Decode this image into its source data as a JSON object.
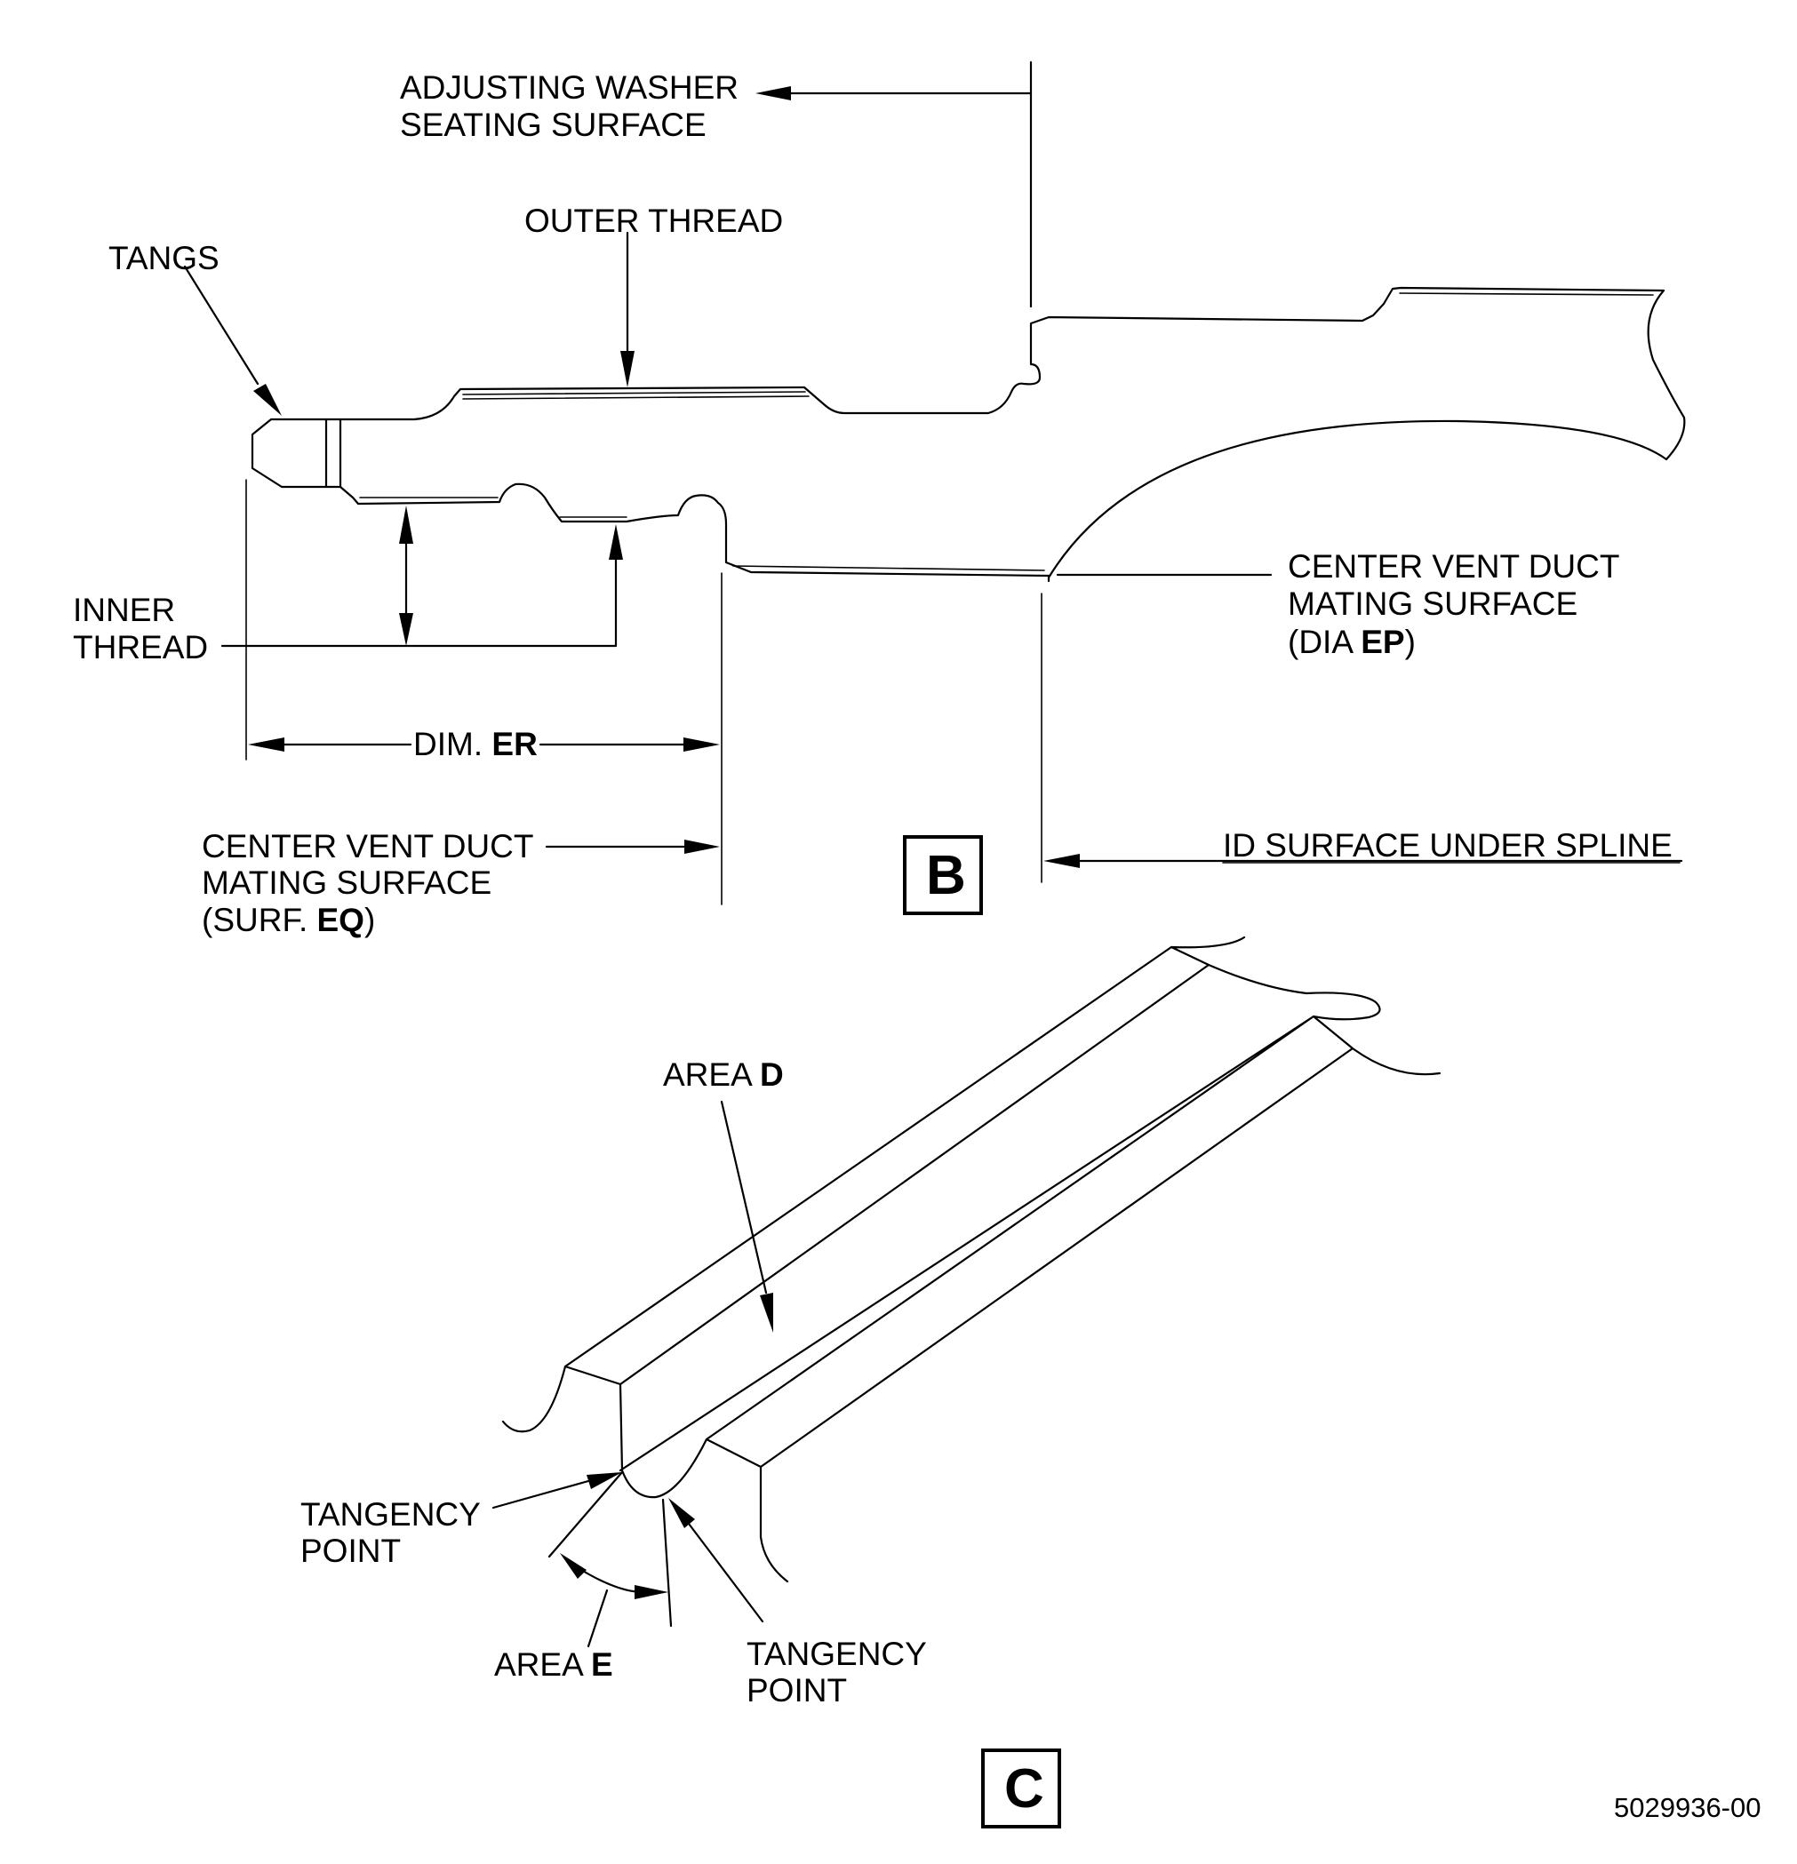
{
  "view_b": {
    "letter": "B",
    "labels": {
      "adjusting_washer_1": "ADJUSTING WASHER",
      "adjusting_washer_2": "SEATING SURFACE",
      "outer_thread": "OUTER THREAD",
      "tangs": "TANGS",
      "inner_thread_1": "INNER",
      "inner_thread_2": "THREAD",
      "dim_prefix": "DIM. ",
      "dim_code": "ER",
      "center_vent_right_1": "CENTER VENT DUCT",
      "center_vent_right_2": "MATING SURFACE",
      "center_vent_right_3_prefix": "(DIA ",
      "center_vent_right_3_code": "EP",
      "center_vent_right_3_suffix": ")",
      "center_vent_left_1": "CENTER VENT DUCT",
      "center_vent_left_2": "MATING SURFACE",
      "center_vent_left_3_prefix": "(SURF. ",
      "center_vent_left_3_code": "EQ",
      "center_vent_left_3_suffix": ")",
      "id_surface": "ID SURFACE UNDER SPLINE"
    }
  },
  "view_c": {
    "letter": "C",
    "labels": {
      "area_d_prefix": "AREA ",
      "area_d_code": "D",
      "tangency_left_1": "TANGENCY",
      "tangency_left_2": "POINT",
      "area_e_prefix": "AREA ",
      "area_e_code": "E",
      "tangency_right_1": "TANGENCY",
      "tangency_right_2": "POINT"
    }
  },
  "figure_number": "5029936-00"
}
